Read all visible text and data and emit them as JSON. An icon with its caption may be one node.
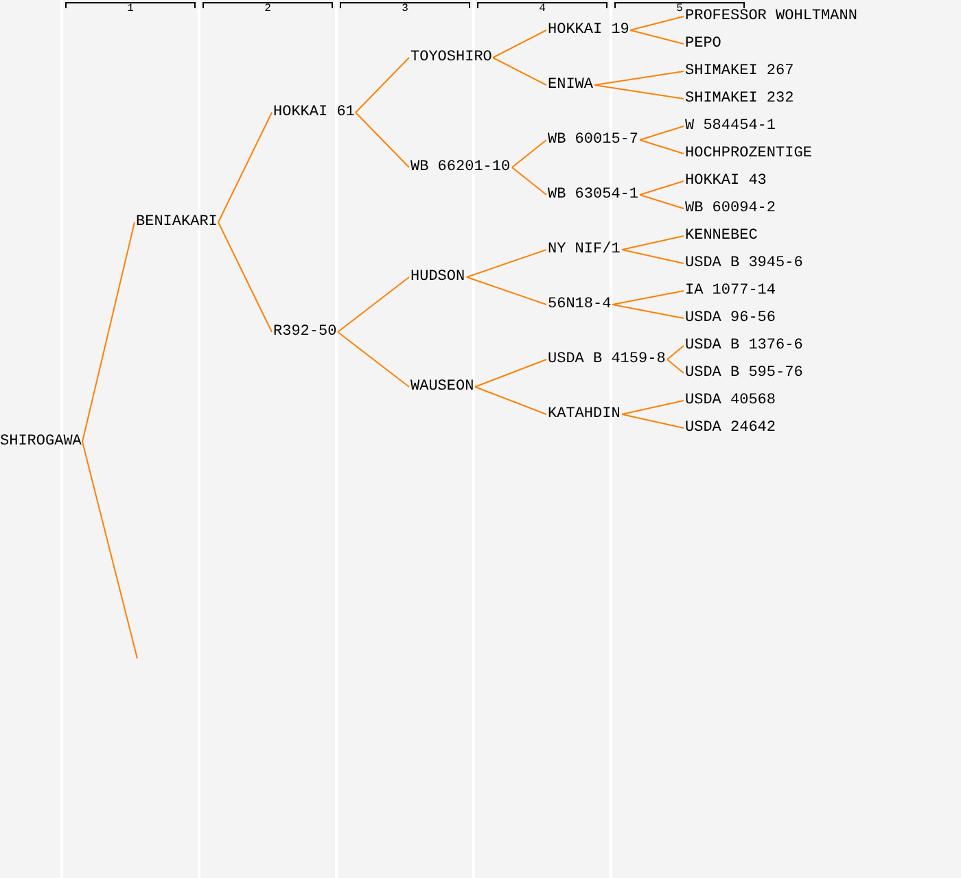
{
  "diagram": {
    "nodes": [
      {
        "text": [
          "SHIROGAWA"
        ]
      },
      {
        "text": [
          "BENIAKARI"
        ]
      },
      {
        "text": [
          "HOKKAI 61"
        ]
      },
      {
        "text": [
          "R392-50"
        ]
      },
      {
        "text": [
          "TOYOSHIRO"
        ]
      },
      {
        "text": [
          "WB 66201-10"
        ]
      },
      {
        "text": [
          "HUDSON"
        ]
      },
      {
        "text": [
          "WAUSEON"
        ]
      },
      {
        "text": [
          "HOKKAI 19"
        ]
      },
      {
        "text": [
          "ENIWA"
        ]
      },
      {
        "text": [
          "WB 60015-7"
        ]
      },
      {
        "text": [
          "WB 63054-1"
        ]
      },
      {
        "text": [
          "NY NIF/1"
        ]
      },
      {
        "text": [
          "56N18-4"
        ]
      },
      {
        "text": [
          "USDA B 4159-8"
        ]
      },
      {
        "text": [
          "KATAHDIN"
        ]
      },
      {
        "text": [
          "PROFESSOR WOHLTMANN"
        ]
      },
      {
        "text": [
          "PEPO"
        ]
      },
      {
        "text": [
          "SHIMAKEI 267"
        ]
      },
      {
        "text": [
          "SHIMAKEI 232"
        ]
      },
      {
        "text": [
          "W 584454-1"
        ]
      },
      {
        "text": [
          "HOCHPROZENTIGE"
        ]
      },
      {
        "text": [
          "HOKKAI 43"
        ]
      },
      {
        "text": [
          "WB 60094-2"
        ]
      },
      {
        "text": [
          "KENNEBEC"
        ]
      },
      {
        "text": [
          "USDA B 3945-6"
        ]
      },
      {
        "text": [
          "IA 1077-14"
        ]
      },
      {
        "text": [
          "USDA 96-56"
        ]
      },
      {
        "text": [
          "USDA B 1376-6"
        ]
      },
      {
        "text": [
          "USDA B 595-76"
        ]
      },
      {
        "text": [
          "USDA 40568"
        ]
      },
      {
        "text": [
          "USDA 24642"
        ]
      }
    ],
    "edges": [
      {
        "from": 0,
        "to": 1,
        "arrow": "none"
      },
      {
        "from": 0,
        "to": null,
        "arrow": "none"
      },
      {
        "from": 1,
        "to": 2,
        "arrow": "none"
      },
      {
        "from": 1,
        "to": 3,
        "arrow": "none"
      },
      {
        "from": 2,
        "to": 4,
        "arrow": "none"
      },
      {
        "from": 2,
        "to": 5,
        "arrow": "none"
      },
      {
        "from": 3,
        "to": 6,
        "arrow": "none"
      },
      {
        "from": 3,
        "to": 7,
        "arrow": "none"
      },
      {
        "from": 4,
        "to": 8,
        "arrow": "none"
      },
      {
        "from": 4,
        "to": 9,
        "arrow": "none"
      },
      {
        "from": 5,
        "to": 10,
        "arrow": "none"
      },
      {
        "from": 5,
        "to": 11,
        "arrow": "none"
      },
      {
        "from": 6,
        "to": 12,
        "arrow": "none"
      },
      {
        "from": 6,
        "to": 13,
        "arrow": "none"
      },
      {
        "from": 7,
        "to": 14,
        "arrow": "none"
      },
      {
        "from": 7,
        "to": 15,
        "arrow": "none"
      },
      {
        "from": 8,
        "to": 16,
        "arrow": "none"
      },
      {
        "from": 8,
        "to": 17,
        "arrow": "none"
      },
      {
        "from": 9,
        "to": 18,
        "arrow": "none"
      },
      {
        "from": 9,
        "to": 19,
        "arrow": "none"
      },
      {
        "from": 10,
        "to": 20,
        "arrow": "none"
      },
      {
        "from": 10,
        "to": 21,
        "arrow": "none"
      },
      {
        "from": 11,
        "to": 22,
        "arrow": "none"
      },
      {
        "from": 11,
        "to": 23,
        "arrow": "none"
      },
      {
        "from": 12,
        "to": 24,
        "arrow": "none"
      },
      {
        "from": 12,
        "to": 25,
        "arrow": "none"
      },
      {
        "from": 13,
        "to": 26,
        "arrow": "none"
      },
      {
        "from": 13,
        "to": 27,
        "arrow": "none"
      },
      {
        "from": 14,
        "to": 28,
        "arrow": "none"
      },
      {
        "from": 14,
        "to": 29,
        "arrow": "none"
      },
      {
        "from": 15,
        "to": 30,
        "arrow": "none"
      },
      {
        "from": 15,
        "to": 31,
        "arrow": "none"
      }
    ],
    "labels": [
      "1",
      "2",
      "3",
      "4",
      "5"
    ]
  }
}
